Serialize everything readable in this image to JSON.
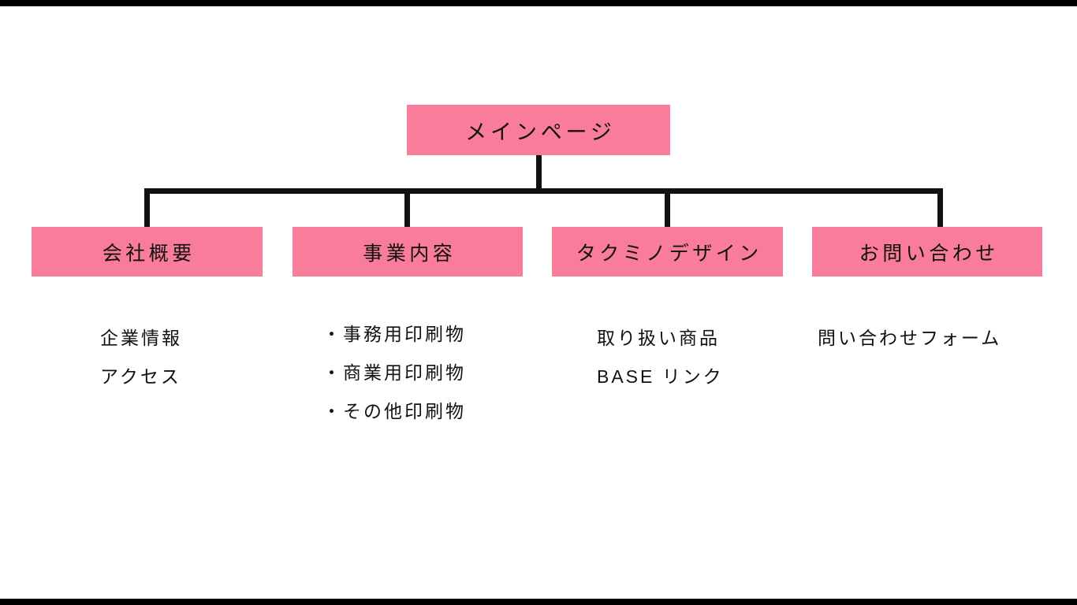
{
  "diagram": {
    "type": "sitemap-tree",
    "colors": {
      "node_fill": "#f97d9b",
      "text": "#111111",
      "connector": "#111111",
      "background": "#ffffff",
      "letterbox": "#000000"
    },
    "root": {
      "label": "メインページ"
    },
    "children": [
      {
        "label": "会社概要",
        "captions": [
          "企業情報",
          "アクセス"
        ]
      },
      {
        "label": "事業内容",
        "captions": [
          "・事務用印刷物",
          "・商業用印刷物",
          "・その他印刷物"
        ]
      },
      {
        "label": "タクミノデザイン",
        "captions": [
          "取り扱い商品",
          "BASE リンク"
        ]
      },
      {
        "label": "お問い合わせ",
        "captions": [
          "問い合わせフォーム"
        ]
      }
    ]
  }
}
